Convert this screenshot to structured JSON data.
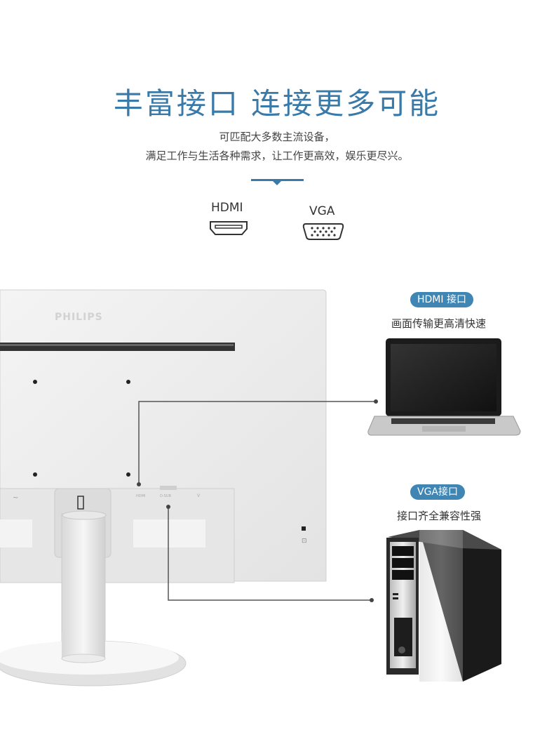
{
  "heading": "丰富接口  连接更多可能",
  "subtitle": {
    "line1": "可匹配大多数主流设备，",
    "line2": "满足工作与生活各种需求，让工作更高效，娱乐更尽兴。"
  },
  "ports": [
    {
      "label": "HDMI",
      "icon": "hdmi-port-icon"
    },
    {
      "label": "VGA",
      "icon": "vga-port-icon"
    }
  ],
  "callouts": {
    "hdmi": {
      "badge": "HDMI 接口",
      "caption": "画面传输更高清快速",
      "device": "laptop-icon"
    },
    "vga": {
      "badge": "VGA接口",
      "caption": "接口齐全兼容性强",
      "device": "desktop-tower-icon"
    }
  },
  "monitor": {
    "brand": "PHILIPS",
    "port_labels": [
      "HDMI",
      "D-SUB",
      "V"
    ]
  },
  "colors": {
    "accent": "#3a7aa8",
    "badge": "#3f86b5",
    "monitor": "#eeeeee"
  }
}
